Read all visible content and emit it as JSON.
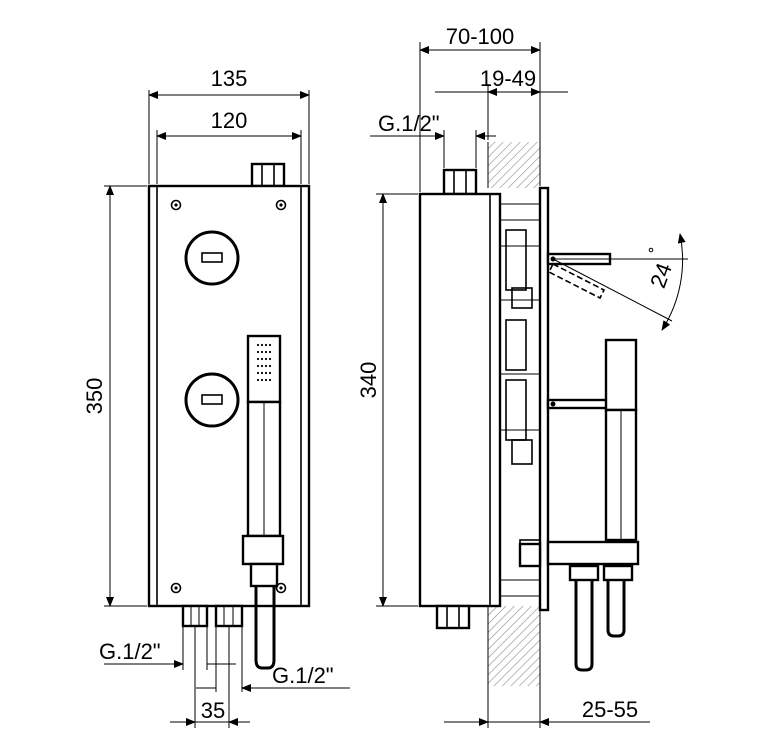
{
  "dimensions": {
    "front_width_outer": "135",
    "front_width_inner": "120",
    "front_height": "350",
    "bottom_left_thread": "G.1/2\"",
    "bottom_right_thread": "G.1/2\"",
    "bottom_spacing": "35",
    "side_height": "340",
    "side_depth_total": "70-100",
    "side_depth_wall": "19-49",
    "side_top_thread": "G.1/2\"",
    "side_bottom_depth": "25-55",
    "spout_angle": "24"
  },
  "colors": {
    "line": "#000000",
    "background": "#ffffff",
    "hatch": "#888888"
  }
}
